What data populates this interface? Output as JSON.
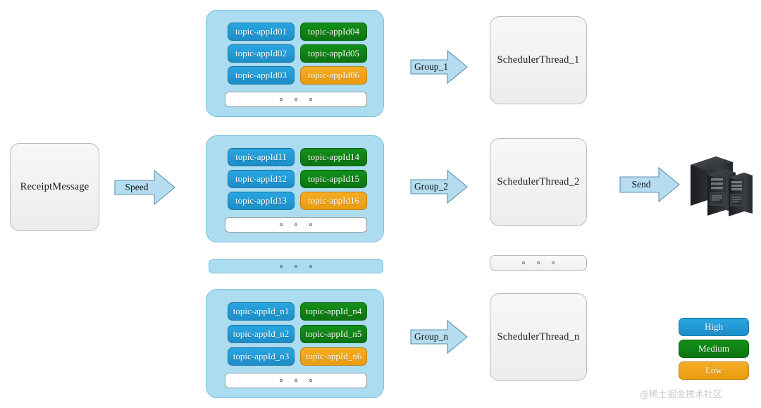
{
  "source": {
    "label": "ReceiptMessage"
  },
  "arrows": {
    "speed": "Speed",
    "group_1": "Group_1",
    "group_2": "Group_2",
    "group_n": "Group_n",
    "send": "Send"
  },
  "groups": [
    {
      "name": "group-1",
      "chips_left": [
        {
          "label": "topic-appId01",
          "priority": "high"
        },
        {
          "label": "topic-appId02",
          "priority": "high"
        },
        {
          "label": "topic-appId03",
          "priority": "high"
        }
      ],
      "chips_right": [
        {
          "label": "topic-appId04",
          "priority": "medium"
        },
        {
          "label": "topic-appId05",
          "priority": "medium"
        },
        {
          "label": "topic-appId06",
          "priority": "low"
        }
      ]
    },
    {
      "name": "group-2",
      "chips_left": [
        {
          "label": "topic-appId11",
          "priority": "high"
        },
        {
          "label": "topic-appId12",
          "priority": "high"
        },
        {
          "label": "topic-appId13",
          "priority": "high"
        }
      ],
      "chips_right": [
        {
          "label": "topic-appId14",
          "priority": "medium"
        },
        {
          "label": "topic-appId15",
          "priority": "medium"
        },
        {
          "label": "topic-appId16",
          "priority": "low"
        }
      ]
    },
    {
      "name": "group-n",
      "chips_left": [
        {
          "label": "topic-appId_n1",
          "priority": "high"
        },
        {
          "label": "topic-appId_n2",
          "priority": "high"
        },
        {
          "label": "topic-appId_n3",
          "priority": "high"
        }
      ],
      "chips_right": [
        {
          "label": "topic-appId_n4",
          "priority": "medium"
        },
        {
          "label": "topic-appId_n5",
          "priority": "medium"
        },
        {
          "label": "topic-appId_n6",
          "priority": "low"
        }
      ]
    }
  ],
  "schedulers": [
    {
      "label": "SchedulerThread_1"
    },
    {
      "label": "SchedulerThread_2"
    },
    {
      "label": "SchedulerThread_n"
    }
  ],
  "legend": {
    "items": [
      {
        "label": "High",
        "priority": "high",
        "color": "#1d8ec9"
      },
      {
        "label": "Medium",
        "priority": "medium",
        "color": "#0c7410"
      },
      {
        "label": "Low",
        "priority": "low",
        "color": "#eb9c0d"
      }
    ]
  },
  "watermark": {
    "text": "@稀土掘金技术社区"
  },
  "icons": {
    "server": "server-tower-icon"
  },
  "colors": {
    "group_background": "#abdcef",
    "group_border": "#7cc3de",
    "node_background": "#f1f2f2",
    "node_border": "#b9b9b9",
    "arrow_fill": "#b5dcef",
    "arrow_border": "#5d93ad",
    "high": "#1d8ec9",
    "medium": "#0c7410",
    "low": "#eb9c0d"
  }
}
